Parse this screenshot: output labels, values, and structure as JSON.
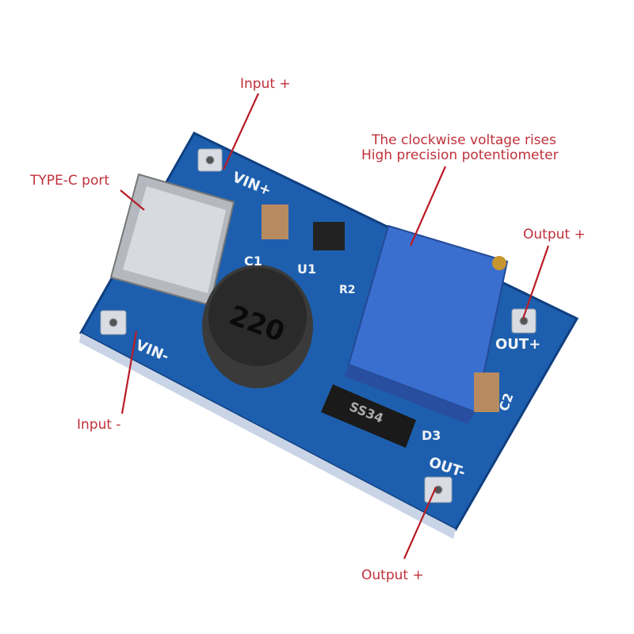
{
  "callouts": {
    "input_plus": "Input +",
    "type_c": "TYPE-C port",
    "pot_line1": "The clockwise voltage rises",
    "pot_line2": "High precision potentiometer",
    "output_plus_right": "Output +",
    "input_minus": "Input -",
    "output_plus_bottom": "Output +"
  },
  "board_silkscreen": {
    "vin_plus": "VIN+",
    "vin_minus": "VIN-",
    "u1": "U1",
    "r2": "R2",
    "c1": "C1",
    "c2": "C2",
    "d3": "D3",
    "out_plus": "OUT+",
    "out_minus": "OUT-",
    "inductor": "220",
    "diode": "SS34"
  },
  "colors": {
    "pcb": "#1d5fae",
    "label": "#c0303a",
    "potentiometer": "#3a6fd0"
  }
}
